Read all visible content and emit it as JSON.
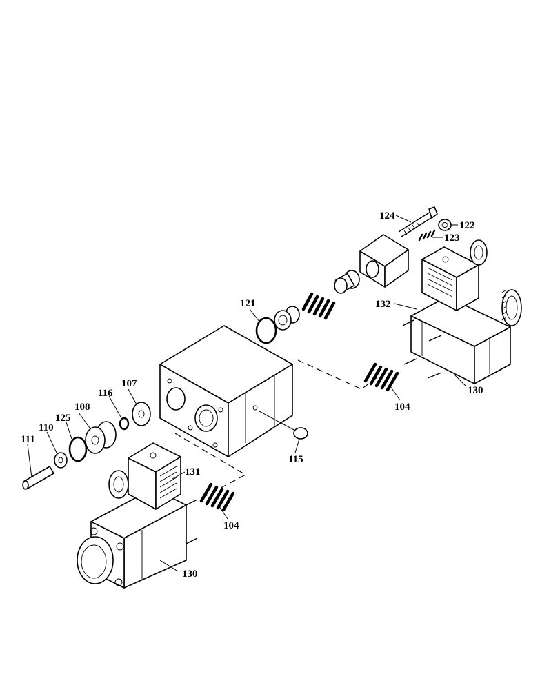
{
  "callouts": {
    "c124": "124",
    "c122": "122",
    "c123": "123",
    "c132": "132",
    "c121": "121",
    "c130_right": "130",
    "c104_right": "104",
    "c116": "116",
    "c107": "107",
    "c108": "108",
    "c125": "125",
    "c110": "110",
    "c111": "111",
    "c115": "115",
    "c131": "131",
    "c104_left": "104",
    "c130_left": "130"
  }
}
